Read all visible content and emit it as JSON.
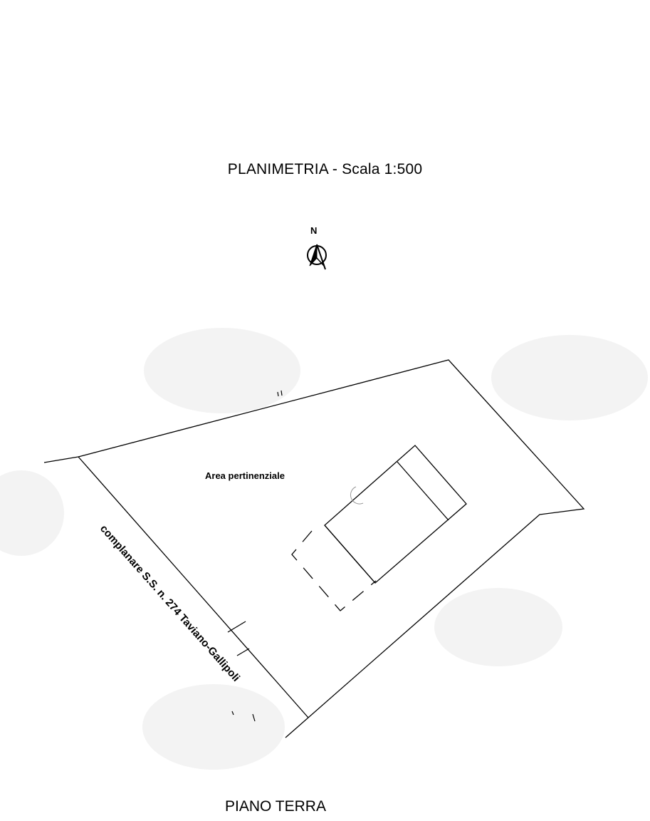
{
  "drawing": {
    "title": "PLANIMETRIA  -  Scala 1:500",
    "north_label": "N",
    "area_label": "Area  pertinenziale",
    "road_label": "complanare S.S. n. 274 Taviano-Gallipoli",
    "floor_label": "PIANO TERRA"
  },
  "icons": {
    "north": "north-arrow-icon"
  },
  "colors": {
    "line": "#000000",
    "background": "#ffffff",
    "smudge": "#f2f2f2"
  }
}
